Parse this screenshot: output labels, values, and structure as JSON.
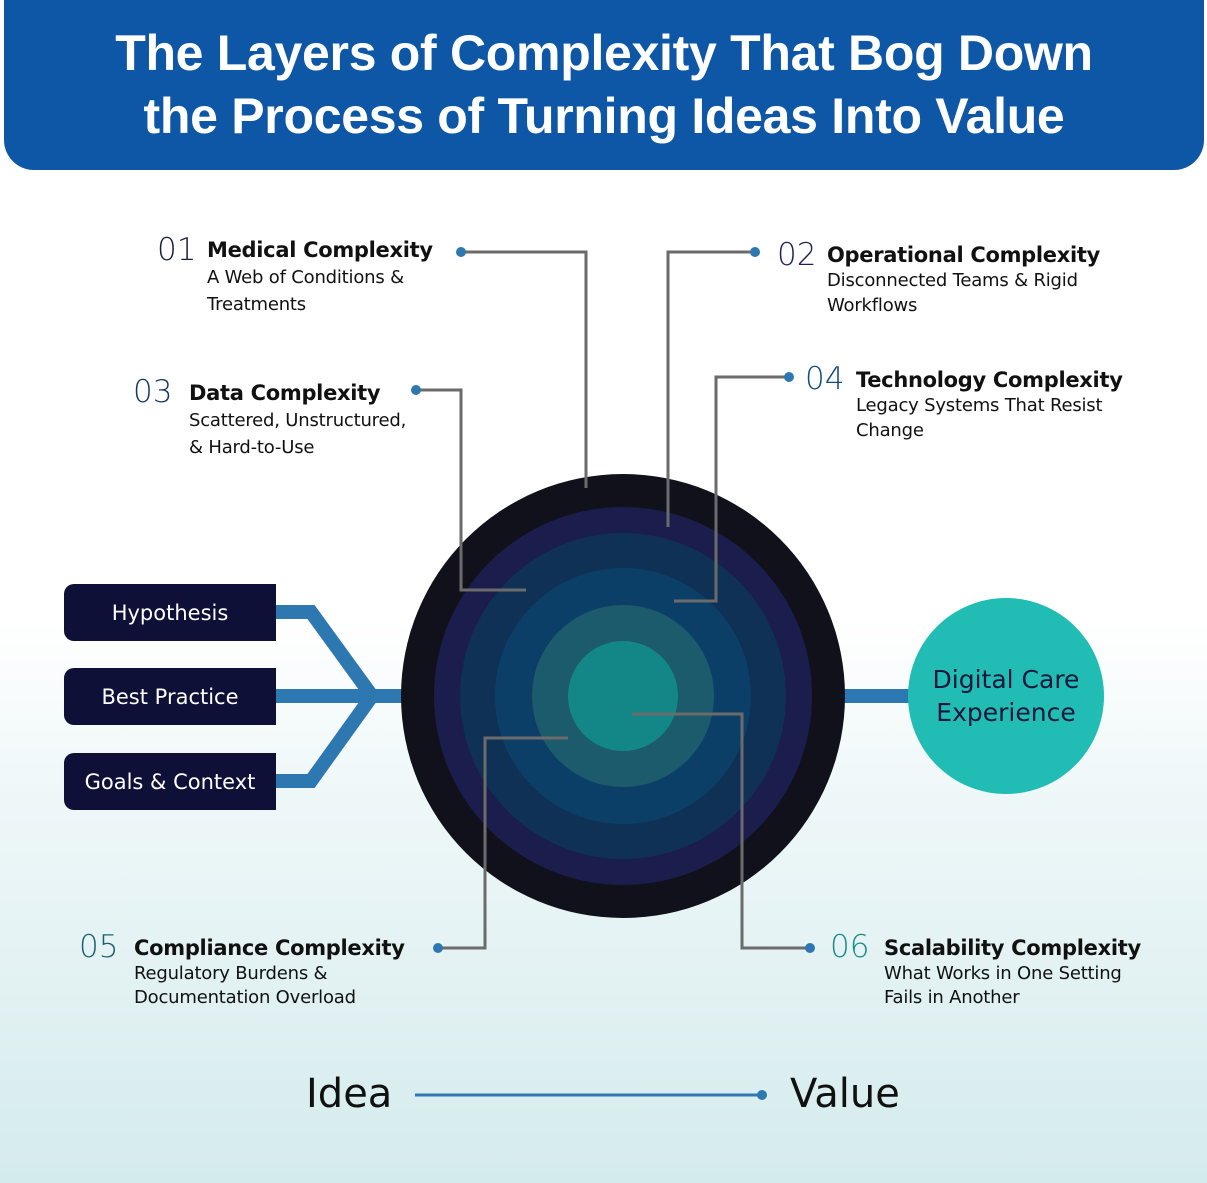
{
  "header": {
    "title_line1": "The Layers of Complexity That Bog Down",
    "title_line2": "the Process of Turning Ideas Into Value",
    "background_color": "#0d57a6"
  },
  "complexities": [
    {
      "number": "01",
      "title": "Medical Complexity",
      "desc_line1": "A Web of Conditions &",
      "desc_line2": "Treatments",
      "number_color": "#1a1b3d"
    },
    {
      "number": "02",
      "title": "Operational Complexity",
      "desc_line1": "Disconnected Teams & Rigid",
      "desc_line2": "Workflows",
      "number_color": "#1f1f5c"
    },
    {
      "number": "03",
      "title": "Data Complexity",
      "desc_line1": "Scattered, Unstructured,",
      "desc_line2": "& Hard-to-Use",
      "number_color": "#13365f"
    },
    {
      "number": "04",
      "title": "Technology Complexity",
      "desc_line1": "Legacy Systems That Resist",
      "desc_line2": "Change",
      "number_color": "#134a7a"
    },
    {
      "number": "05",
      "title": "Compliance Complexity",
      "desc_line1": "Regulatory Burdens &",
      "desc_line2": "Documentation Overload",
      "number_color": "#1c5f70"
    },
    {
      "number": "06",
      "title": "Scalability Complexity",
      "desc_line1": "What Works in One Setting",
      "desc_line2": "Fails in Another",
      "number_color": "#1a8a88"
    }
  ],
  "inputs": [
    "Hypothesis",
    "Best Practice",
    "Goals & Context"
  ],
  "outcome": {
    "line1": "Digital Care",
    "line2": "Experience",
    "color": "#21bdb5"
  },
  "rings": [
    "#11111c",
    "#1b1d4c",
    "#0f3156",
    "#0c3f68",
    "#1b5b6b",
    "#138787"
  ],
  "axis": {
    "start": "Idea",
    "end": "Value"
  },
  "colors": {
    "connector": "#2e78b2",
    "leader": "#6b6b6b",
    "dot": "#2e78b2"
  }
}
